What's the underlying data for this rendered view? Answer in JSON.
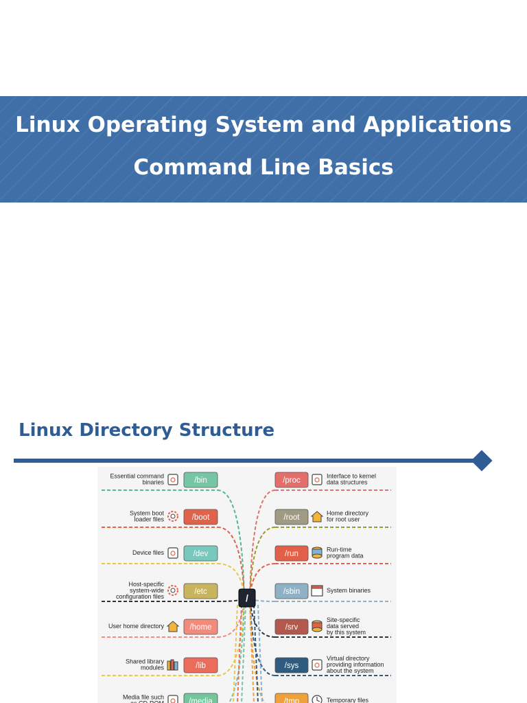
{
  "slide": {
    "title_line1": "Linux Operating System and Applications",
    "title_line2": "Command Line Basics",
    "section_title": "Linux Directory Structure"
  },
  "diagram": {
    "root_label": "/",
    "left": [
      {
        "dir": "/bin",
        "desc": [
          "Essential command",
          "binaries"
        ],
        "icon": "exe-cursor-icon",
        "color": "#76c6a6",
        "line": "#58b494"
      },
      {
        "dir": "/boot",
        "desc": [
          "System boot",
          "loader files"
        ],
        "icon": "gear-icon",
        "color": "#e0624b",
        "line": "#e0624b"
      },
      {
        "dir": "/dev",
        "desc": [
          "Device files"
        ],
        "icon": "device-icon",
        "color": "#79c8bd",
        "line": "#e8c84a"
      },
      {
        "dir": "/etc",
        "desc": [
          "Host-specific",
          "system-wide",
          "configuration files"
        ],
        "icon": "config-gear-icon",
        "color": "#c7b45d",
        "line": "#333333"
      },
      {
        "dir": "/home",
        "desc": [
          "User home directory"
        ],
        "icon": "house-icon",
        "color": "#f28b7b",
        "line": "#f28b7b"
      },
      {
        "dir": "/lib",
        "desc": [
          "Shared library",
          "modules"
        ],
        "icon": "books-icon",
        "color": "#ed6b5a",
        "line": "#e8c84a"
      },
      {
        "dir": "/media",
        "desc": [
          "Media file such",
          "as CD-ROM"
        ],
        "icon": "media-icon",
        "color": "#74c69d",
        "line": "#74c69d"
      }
    ],
    "right": [
      {
        "dir": "/proc",
        "desc": [
          "Interface to kernel",
          "data structures"
        ],
        "icon": "process-icon",
        "color": "#e36e6a",
        "line": "#e36e6a"
      },
      {
        "dir": "/root",
        "desc": [
          "Home directory",
          "for root user"
        ],
        "icon": "house-icon",
        "color": "#9e9a84",
        "line": "#9a9a2a"
      },
      {
        "dir": "/run",
        "desc": [
          "Run-time",
          "program data"
        ],
        "icon": "database-icon",
        "color": "#e26049",
        "line": "#e26049"
      },
      {
        "dir": "/sbin",
        "desc": [
          "System binaries"
        ],
        "icon": "binary-icon",
        "color": "#8fb1c6",
        "line": "#8fb1c6"
      },
      {
        "dir": "/srv",
        "desc": [
          "Site-specific",
          "data served",
          "by this system"
        ],
        "icon": "stack-icon",
        "color": "#b2584d",
        "line": "#333333"
      },
      {
        "dir": "/sys",
        "desc": [
          "Virtual directory",
          "providing information",
          "about the system"
        ],
        "icon": "virtual-icon",
        "color": "#2e5b7f",
        "line": "#2e5b7f"
      },
      {
        "dir": "/tmp",
        "desc": [
          "Temporary files"
        ],
        "icon": "clock-icon",
        "color": "#f0a23a",
        "line": "#f0a23a"
      }
    ]
  }
}
